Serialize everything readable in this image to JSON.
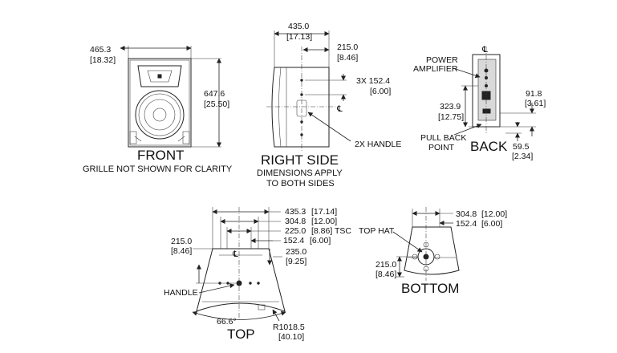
{
  "front": {
    "width_dim": "465.3",
    "width_dim_in": "[18.32]",
    "height_dim": "647.6",
    "height_dim_in": "[25.50]",
    "title": "FRONT",
    "note": "GRILLE NOT SHOWN FOR CLARITY"
  },
  "right_side": {
    "depth_dim": "435.0",
    "depth_dim_in": "[17.13]",
    "offset_dim": "215.0",
    "offset_dim_in": "[8.46]",
    "spacing_dim": "3X 152.4",
    "spacing_dim_in": "[6.00]",
    "handle_label": "2X HANDLE",
    "title": "RIGHT SIDE",
    "note_line1": "DIMENSIONS APPLY",
    "note_line2": "TO BOTH SIDES"
  },
  "back": {
    "power_label_line1": "POWER",
    "power_label_line2": "AMPLIFIER",
    "height_dim": "323.9",
    "height_dim_in": "[12.75]",
    "top_dim": "91.8",
    "top_dim_in": "[3.61]",
    "bottom_dim": "59.5",
    "bottom_dim_in": "[2.34]",
    "pull_label_line1": "PULL BACK",
    "pull_label_line2": "POINT",
    "title": "BACK"
  },
  "top": {
    "dim1": "435.3",
    "dim1_in": "[17.14]",
    "dim2": "304.8",
    "dim2_in": "[12.00]",
    "dim3": "225.0",
    "dim3_in": "[8.86] TSC",
    "dim4": "152.4",
    "dim4_in": "[6.00]",
    "left_dim": "215.0",
    "left_dim_in": "[8.46]",
    "right_dim": "235.0",
    "right_dim_in": "[9.25]",
    "handle_label": "HANDLE",
    "angle_label": "66.6°",
    "radius_label": "R1018.5",
    "radius_label_in": "[40.10]",
    "title": "TOP"
  },
  "bottom": {
    "dim1": "304.8",
    "dim1_in": "[12.00]",
    "dim2": "152.4",
    "dim2_in": "[6.00]",
    "top_hat_label": "TOP HAT",
    "depth_dim": "215.0",
    "depth_dim_in": "[8.46]",
    "title": "BOTTOM"
  },
  "centerline_symbol": "℄"
}
